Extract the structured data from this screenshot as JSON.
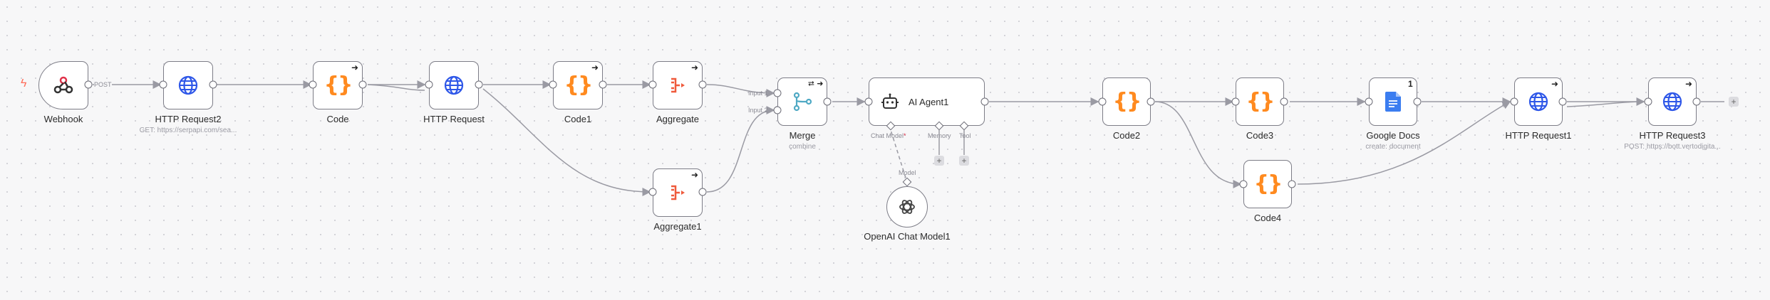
{
  "canvas": {
    "trigger_marker": "ϟ",
    "nodes": {
      "webhook": {
        "label": "Webhook",
        "icon": "webhook-icon",
        "edge_label": "POST"
      },
      "http_request2": {
        "label": "HTTP Request2",
        "subtitle": "GET: https://serpapi.com/sea...",
        "icon": "globe-icon"
      },
      "code": {
        "label": "Code",
        "icon": "code-braces-icon",
        "glyph": "{}",
        "corner": "➜"
      },
      "http_request": {
        "label": "HTTP Request",
        "icon": "globe-icon"
      },
      "code1": {
        "label": "Code1",
        "icon": "code-braces-icon",
        "glyph": "{}",
        "corner": "➜"
      },
      "aggregate": {
        "label": "Aggregate",
        "icon": "aggregate-icon",
        "corner": "➜"
      },
      "aggregate1": {
        "label": "Aggregate1",
        "icon": "aggregate-icon",
        "corner": "➜"
      },
      "merge": {
        "label": "Merge",
        "subtitle": "combine",
        "icon": "merge-icon",
        "corner": "⮂ ➜",
        "input1": "Input 1",
        "input2": "Input 2"
      },
      "ai_agent1": {
        "label": "AI Agent1",
        "icon": "robot-icon",
        "port_chat_model": "Chat Model",
        "required_mark": "*",
        "port_memory": "Memory",
        "port_tool": "Tool"
      },
      "openai_chat_model1": {
        "label": "OpenAI Chat Model1",
        "icon": "openai-icon",
        "port_label": "Model"
      },
      "code2": {
        "label": "Code2",
        "icon": "code-braces-icon",
        "glyph": "{}"
      },
      "code3": {
        "label": "Code3",
        "icon": "code-braces-icon",
        "glyph": "{}"
      },
      "code4": {
        "label": "Code4",
        "icon": "code-braces-icon",
        "glyph": "{}"
      },
      "google_docs": {
        "label": "Google Docs",
        "subtitle": "create: document",
        "icon": "google-docs-icon",
        "badge": "1"
      },
      "http_request1": {
        "label": "HTTP Request1",
        "icon": "globe-icon",
        "corner": "➜"
      },
      "http_request3": {
        "label": "HTTP Request3",
        "subtitle": "POST: https://bott.vertodigita...",
        "icon": "globe-icon",
        "corner": "➜"
      }
    },
    "add_button": "+",
    "colors": {
      "background": "#f7f7f8",
      "node_border": "#7d7d87",
      "edge": "#9a9aa3",
      "code_orange": "#ff8a1f",
      "globe_blue": "#2e57e8",
      "aggregate_red": "#ef5a3c",
      "merge_teal": "#4fa9c4",
      "webhook_red": "#e0324a",
      "docs_blue": "#3b7df0"
    }
  }
}
